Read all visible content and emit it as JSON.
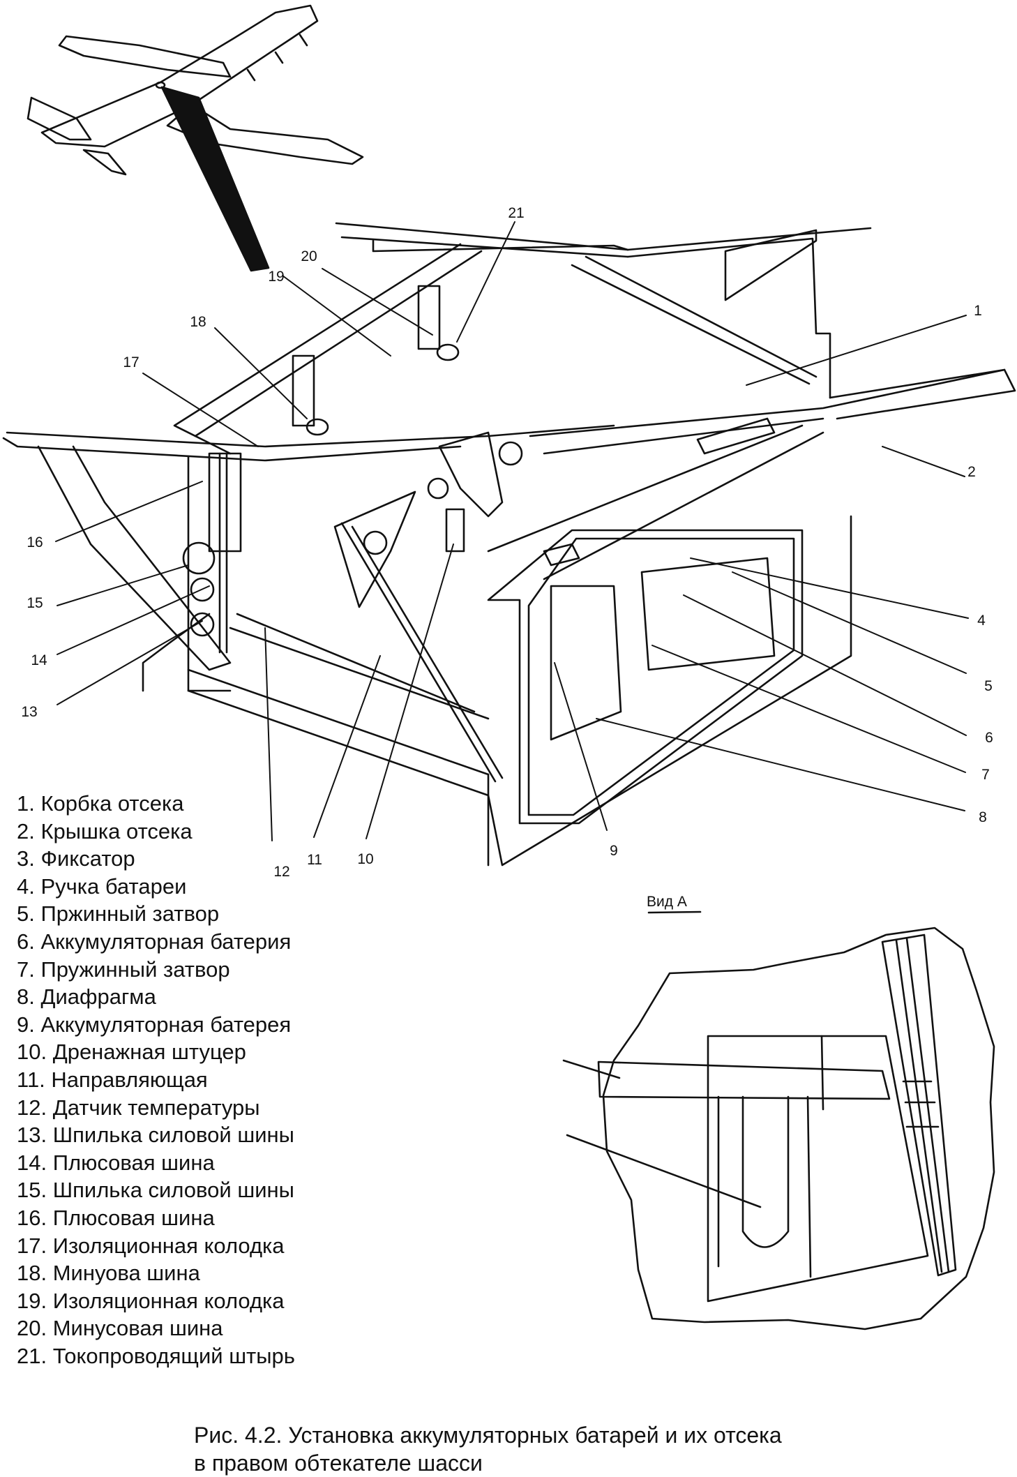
{
  "figure": {
    "callout_numbers": [
      "1",
      "2",
      "4",
      "5",
      "6",
      "7",
      "8",
      "9",
      "10",
      "11",
      "12",
      "13",
      "14",
      "15",
      "16",
      "17",
      "18",
      "19",
      "20",
      "21"
    ],
    "view_label": "Вид А"
  },
  "legend": [
    "1. Корбка отсека",
    "2. Крышка отсека",
    "3. Фиксатор",
    "4. Ручка батареи",
    "5. Пржинный затвор",
    "6. Аккумуляторная батерия",
    "7. Пружинный затвор",
    "8. Диафрагма",
    "9. Аккумуляторная батерея",
    "10. Дренажная штуцер",
    "11. Направляющая",
    "12. Датчик температуры",
    "13. Шпилька силовой шины",
    "14. Плюсовая шина",
    "15. Шпилька силовой шины",
    "16. Плюсовая шина",
    "17. Изоляционная колодка",
    "18. Минуова шина",
    "19. Изоляционная колодка",
    "20. Минусовая шина",
    "21. Токопроводящий штырь"
  ],
  "caption": {
    "line1": "Рис. 4.2. Установка аккумуляторных батарей и их отсека",
    "line2": "в правом обтекателе шасси"
  }
}
